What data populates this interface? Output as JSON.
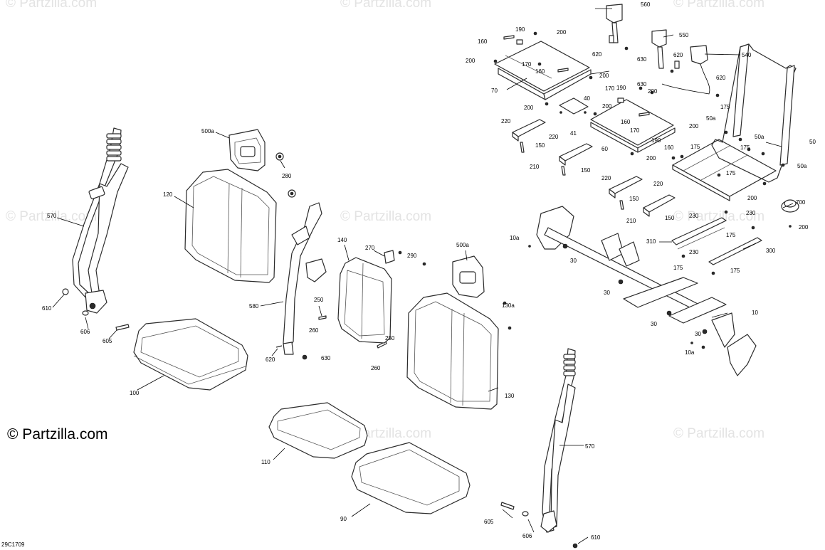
{
  "watermark": "© Partzilla.com",
  "brand_label": "© Partzilla.com",
  "diagram_code": "29C1709",
  "callouts": {
    "c500a_1": "500a",
    "c280": "280",
    "c120": "120",
    "c570_1": "570",
    "c610_1": "610",
    "c606_1": "606",
    "c605_1": "605",
    "c100": "100",
    "c580": "580",
    "c250_1": "250",
    "c260_1": "260",
    "c620_1": "620",
    "c630_1": "630",
    "c140": "140",
    "c270": "270",
    "c290": "290",
    "c250_2": "250",
    "c260_2": "260",
    "c500a_2": "500a",
    "c130a": "130a",
    "c130": "130",
    "c110": "110",
    "c90": "90",
    "c570_2": "570",
    "c605_2": "605",
    "c606_2": "606",
    "c610_2": "610",
    "c190_1": "190",
    "c200_1": "200",
    "c160_1": "160",
    "c200_2": "200",
    "c170_1": "170",
    "c160_2": "160",
    "c70": "70",
    "c200_3": "200",
    "c200_4": "200",
    "c40": "40",
    "c41": "41",
    "c220_1": "220",
    "c150_1": "150",
    "c220_2": "220",
    "c150_2": "150",
    "c210_1": "210",
    "c560": "560",
    "c620_2": "620",
    "c630_2": "630",
    "c550": "550",
    "c620_3": "620",
    "c540": "540",
    "c630_3": "630",
    "c620_4": "620",
    "c170_2": "170",
    "c190_2": "190",
    "c200_5": "200",
    "c200_6": "200",
    "c160_3": "160",
    "c170_3": "170",
    "c60": "60",
    "c200_7": "200",
    "c190_3": "190",
    "c160_4": "160",
    "c200_8": "200",
    "c175_1": "175",
    "c50a_1": "50a",
    "c175_2": "175",
    "c50a_2": "50a",
    "c50": "50",
    "c175_3": "175",
    "c175_4": "175",
    "c50a_3": "50a",
    "c220_3": "220",
    "c220_4": "220",
    "c150_3": "150",
    "c150_4": "150",
    "c210_2": "210",
    "c200_9": "200",
    "c230_1": "230",
    "c230_2": "230",
    "c310": "310",
    "c175_5": "175",
    "c230_3": "230",
    "c300": "300",
    "c175_6": "175",
    "c175_7": "175",
    "c700": "700",
    "c200_10": "200",
    "c10a_1": "10a",
    "c30_1": "30",
    "c30_2": "30",
    "c30_3": "30",
    "c10": "10",
    "c30_4": "30",
    "c10a_2": "10a"
  }
}
